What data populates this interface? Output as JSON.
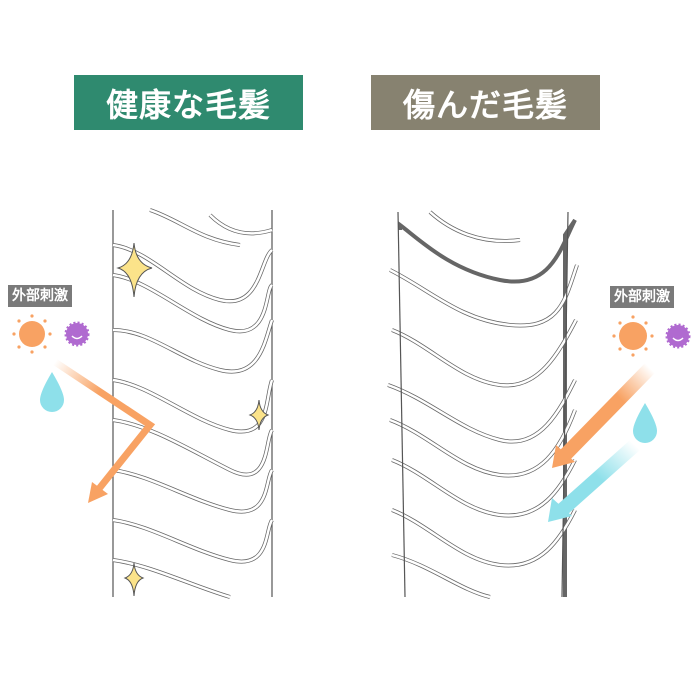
{
  "titles": {
    "healthy": "健康な毛髪",
    "damaged": "傷んだ毛髪"
  },
  "labels": {
    "external_stimulus_left": "外部刺激",
    "external_stimulus_right": "外部刺激"
  },
  "icons": {
    "sun": "sun-icon",
    "virus": "virus-icon",
    "water_drop": "water-drop-icon",
    "sparkle": "sparkle-icon"
  },
  "colors": {
    "healthy_title_bg": "#2f8a6f",
    "damaged_title_bg": "#878270",
    "label_bg": "#7a7a7a",
    "sun": "#f8a263",
    "virus": "#b06ad0",
    "water": "#8ee0ea",
    "arrow_orange": "#f8a263",
    "arrow_blue": "#8ee0ea",
    "sparkle": "#fbe38a",
    "outline": "#555555"
  }
}
